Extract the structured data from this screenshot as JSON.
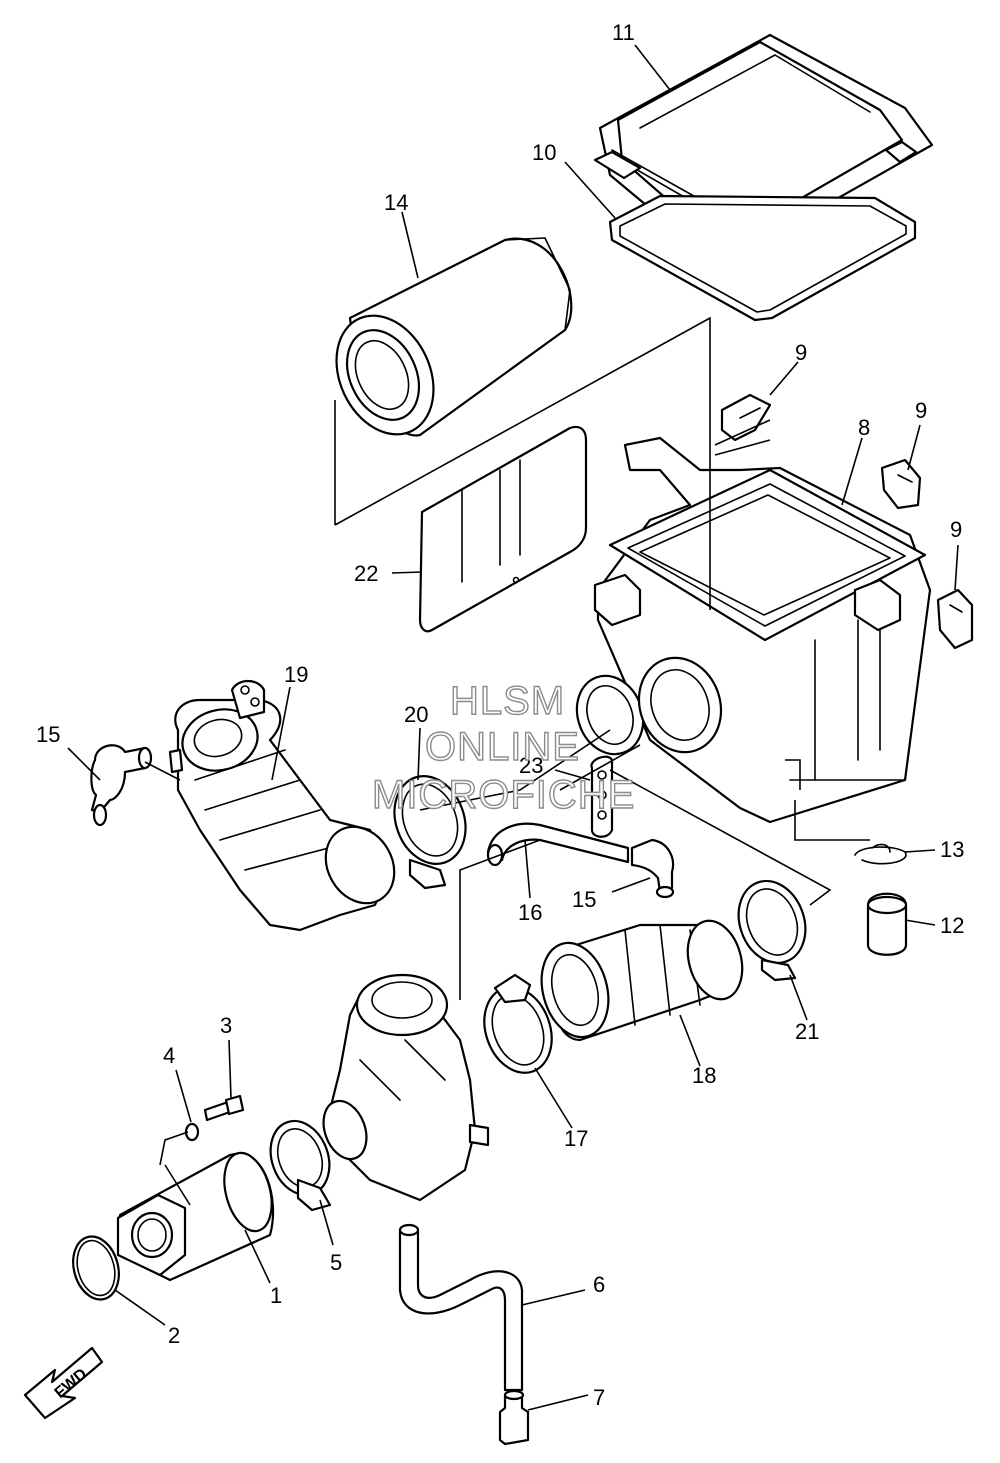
{
  "callouts": [
    "1",
    "2",
    "3",
    "4",
    "5",
    "6",
    "7",
    "8",
    "9",
    "9",
    "9",
    "10",
    "11",
    "12",
    "13",
    "14",
    "15",
    "15",
    "16",
    "17",
    "18",
    "19",
    "20",
    "21",
    "22",
    "23"
  ],
  "watermark": {
    "line1": "HLSM",
    "line2": "ONLINE",
    "line3": "MICROFICHE"
  },
  "direction_label": "FWD"
}
